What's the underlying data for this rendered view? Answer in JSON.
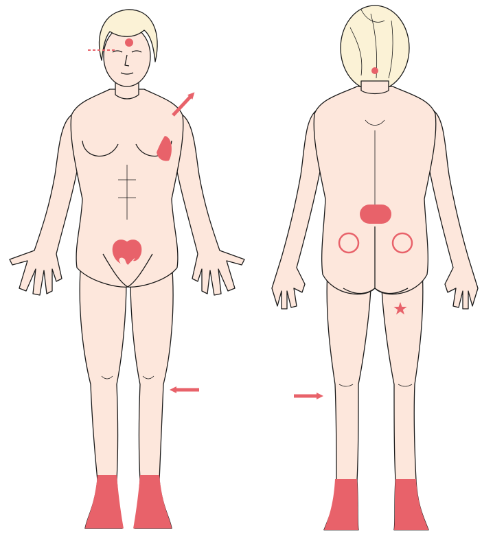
{
  "colors": {
    "skin": "#fde7dc",
    "skin_shade": "#f6cfc0",
    "outline": "#1a1a1a",
    "hair": "#fbf2d6",
    "hair_shade": "#f0dfae",
    "marker": "#e8626a",
    "background": "#ffffff"
  },
  "figures": [
    {
      "view": "front",
      "markers": [
        {
          "kind": "dot",
          "location": "forehead",
          "icon": "filled-circle"
        },
        {
          "kind": "dashed-line",
          "location": "eyebrow-level",
          "icon": "dashed-line"
        },
        {
          "kind": "arrow",
          "location": "left-shoulder",
          "direction": "up-right",
          "icon": "arrow"
        },
        {
          "kind": "patch",
          "location": "left-breast-outer",
          "icon": "filled-patch"
        },
        {
          "kind": "leaf",
          "location": "lower-abdomen",
          "icon": "leaf"
        },
        {
          "kind": "arrow",
          "location": "left-knee",
          "direction": "left",
          "icon": "arrow"
        },
        {
          "kind": "sock",
          "location": "right-ankle",
          "icon": "filled-band"
        },
        {
          "kind": "sock",
          "location": "left-ankle",
          "icon": "filled-band"
        }
      ]
    },
    {
      "view": "back",
      "markers": [
        {
          "kind": "dot",
          "location": "nape",
          "icon": "filled-circle"
        },
        {
          "kind": "patch",
          "location": "lower-back",
          "icon": "rounded-rect"
        },
        {
          "kind": "ring",
          "location": "left-buttock",
          "icon": "open-circle"
        },
        {
          "kind": "ring",
          "location": "right-buttock",
          "icon": "open-circle"
        },
        {
          "kind": "star",
          "location": "right-thigh-back",
          "icon": "star"
        },
        {
          "kind": "arrow",
          "location": "left-knee-back",
          "direction": "right",
          "icon": "arrow"
        },
        {
          "kind": "sock",
          "location": "left-ankle",
          "icon": "filled-band"
        },
        {
          "kind": "sock",
          "location": "right-ankle",
          "icon": "filled-band"
        }
      ]
    }
  ]
}
